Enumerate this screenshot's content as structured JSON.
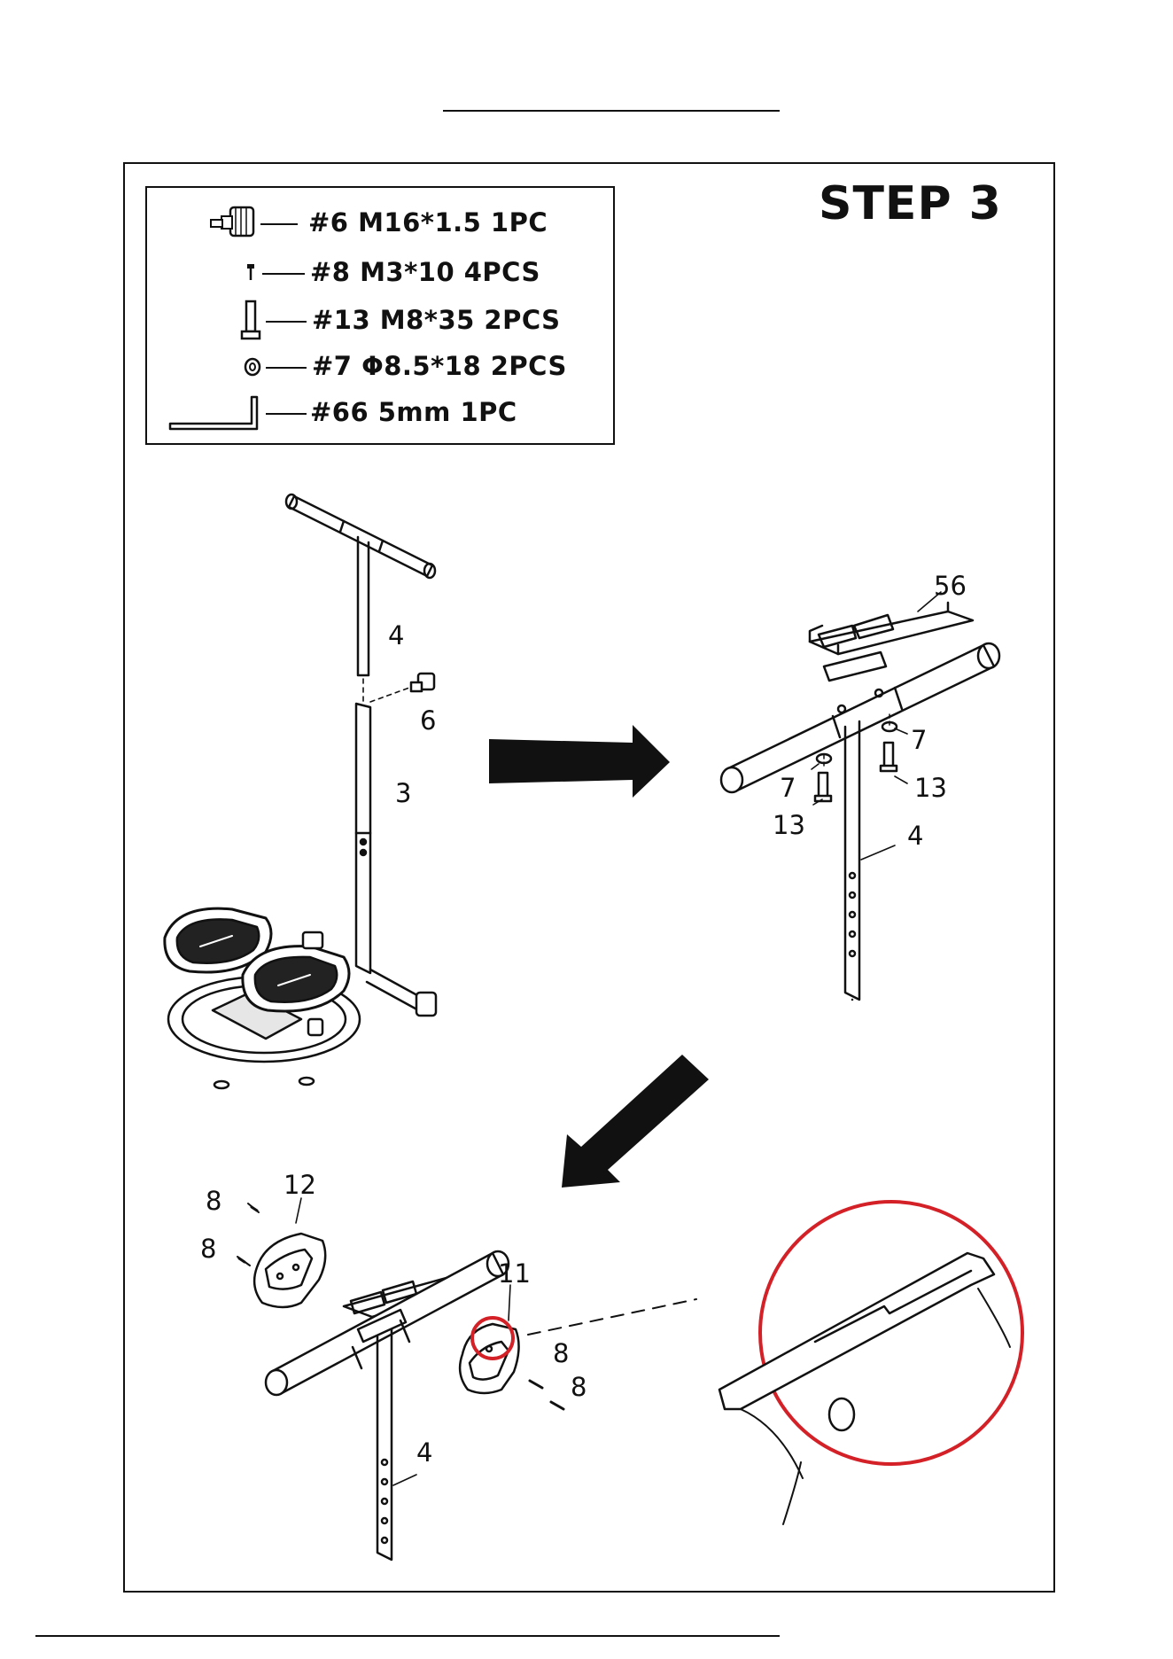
{
  "page": {
    "step_title": "STEP 3"
  },
  "parts": [
    {
      "label": "#6 M16*1.5  1PC",
      "icon": "knob-bolt-icon"
    },
    {
      "label": "#8 M3*10  4PCS",
      "icon": "small-screw-icon"
    },
    {
      "label": "#13 M8*35  2PCS",
      "icon": "bolt-icon"
    },
    {
      "label": "#7 Φ8.5*18  2PCS",
      "icon": "washer-icon"
    },
    {
      "label": "#66 5mm  1PC",
      "icon": "allen-key-icon"
    }
  ],
  "callouts": {
    "left_assembly": {
      "handlebar": "4",
      "knob": "6",
      "post": "3"
    },
    "right_assembly": {
      "tray": "56",
      "washer_a": "7",
      "washer_b": "7",
      "bolt_a": "13",
      "bolt_b": "13",
      "post": "4"
    },
    "bottom_assembly": {
      "cover_left": "12",
      "screw_a": "8",
      "screw_b": "8",
      "cover_right": "11",
      "screw_c": "8",
      "screw_d": "8",
      "post": "4"
    }
  },
  "colors": {
    "line": "#111111",
    "highlight": "#d42027"
  }
}
